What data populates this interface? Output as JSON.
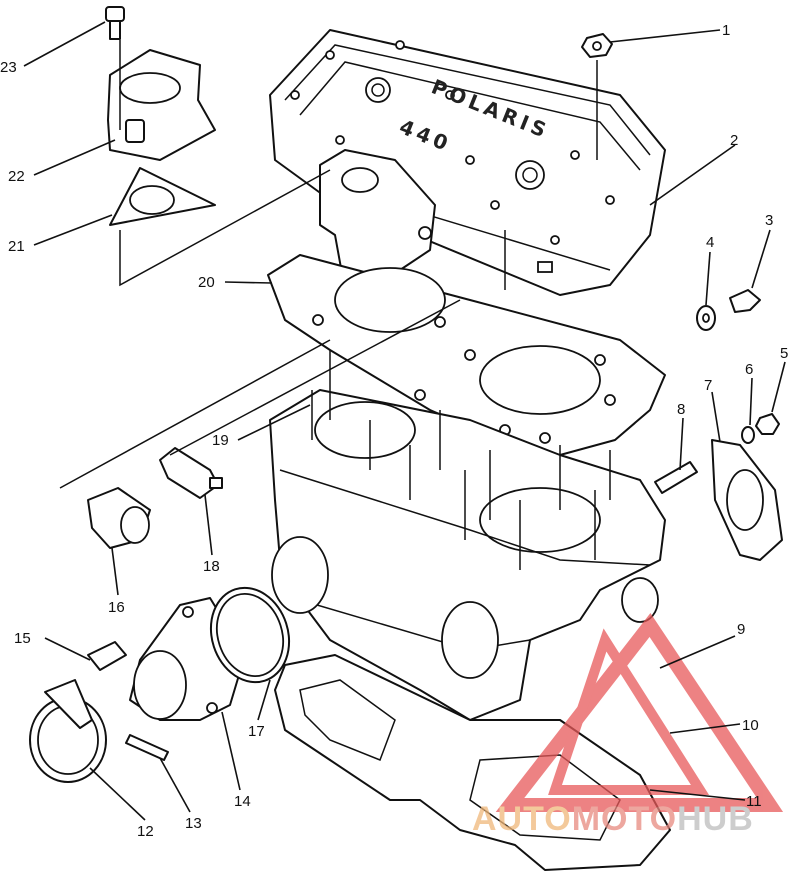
{
  "diagram": {
    "brand_text": "POLARIS",
    "model_text": "440",
    "callouts": [
      "1",
      "2",
      "3",
      "4",
      "5",
      "6",
      "7",
      "8",
      "9",
      "10",
      "11",
      "12",
      "13",
      "14",
      "15",
      "16",
      "17",
      "18",
      "19",
      "20",
      "21",
      "22",
      "23"
    ],
    "watermark": {
      "part1": "AUTO",
      "part2": "MOTO",
      "part3": "HUB",
      "colors": {
        "auto": "#f0b77a",
        "moto": "#e88a80",
        "hub": "#bdbdbd",
        "triangle": "#e7595a"
      }
    }
  }
}
